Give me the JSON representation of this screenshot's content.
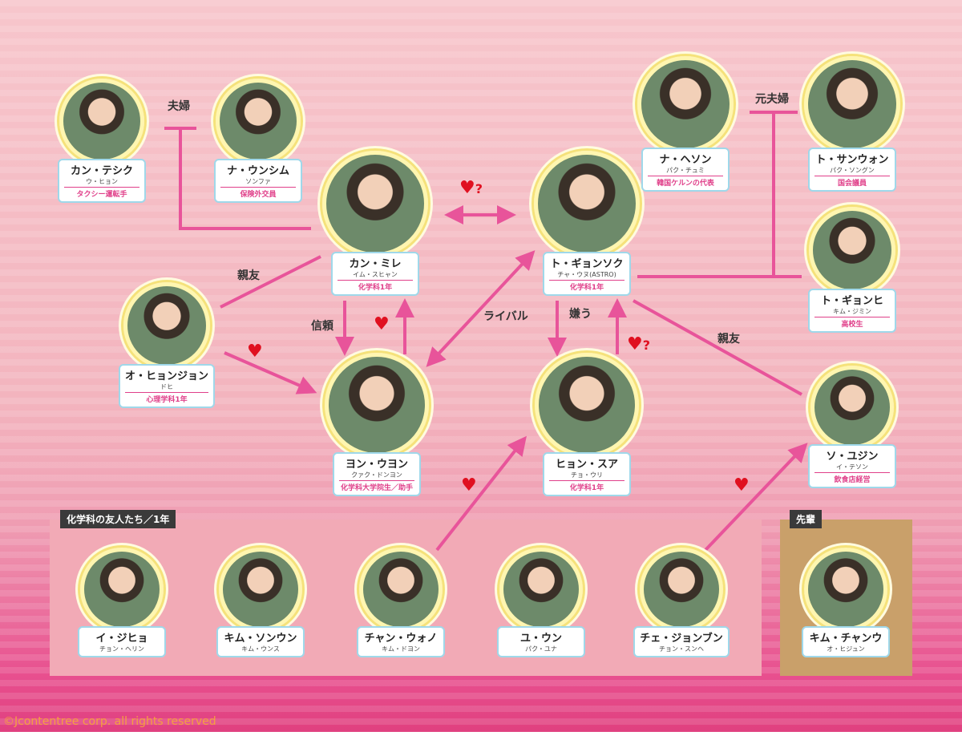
{
  "colors": {
    "line": "#e8549a",
    "heart": "#e01020",
    "role": "#e0408a"
  },
  "groups": {
    "friends_label": "化学科の友人たち／1年",
    "senpai_label": "先輩"
  },
  "characters": [
    {
      "name": "カン・テシク",
      "actor": "ウ・ヒョン",
      "role": "タクシー運転手"
    },
    {
      "name": "ナ・ウンシム",
      "actor": "ソンファ",
      "role": "保険外交員"
    },
    {
      "name": "カン・ミレ",
      "actor": "イム・スヒャン",
      "role": "化学科1年"
    },
    {
      "name": "ト・ギョンソク",
      "actor": "チャ・ウヌ(ASTRO)",
      "role": "化学科1年"
    },
    {
      "name": "ナ・ヘソン",
      "actor": "パク・チュミ",
      "role": "韓国ケルンの代表"
    },
    {
      "name": "ト・サンウォン",
      "actor": "パク・ソングン",
      "role": "国会議員"
    },
    {
      "name": "ト・ギョンヒ",
      "actor": "キム・ジミン",
      "role": "高校生"
    },
    {
      "name": "オ・ヒョンジョン",
      "actor": "ドヒ",
      "role": "心理学科1年"
    },
    {
      "name": "ヨン・ウヨン",
      "actor": "クァク・ドンヨン",
      "role": "化学科大学院生／助手"
    },
    {
      "name": "ヒョン・スア",
      "actor": "チョ・ウリ",
      "role": "化学科1年"
    },
    {
      "name": "ソ・ユジン",
      "actor": "イ・テソン",
      "role": "飲食店経営"
    },
    {
      "name": "イ・ジヒョ",
      "actor": "チョン・ヘリン"
    },
    {
      "name": "キム・ソンウン",
      "actor": "キム・ウンス"
    },
    {
      "name": "チャン・ウォノ",
      "actor": "キム・ドヨン"
    },
    {
      "name": "ユ・ウン",
      "actor": "パク・ユナ"
    },
    {
      "name": "チェ・ジョンブン",
      "actor": "チョン・スンヘ"
    },
    {
      "name": "キム・チャンウ",
      "actor": "オ・ヒジュン"
    }
  ],
  "relations": {
    "married": "夫婦",
    "ex_married": "元夫婦",
    "best_friend1": "親友",
    "trust": "信頼",
    "rival": "ライバル",
    "dislike": "嫌う",
    "best_friend2": "親友",
    "heart": "♥",
    "question": "?"
  },
  "copyright": "©Jcontentree corp. all rights reserved"
}
